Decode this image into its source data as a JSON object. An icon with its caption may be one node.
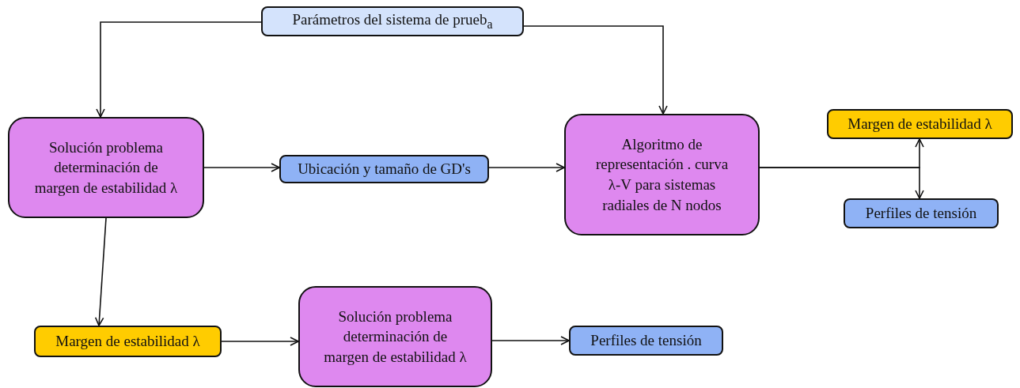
{
  "diagram": {
    "nodes": [
      {
        "text": [
          "Parámetros del sistema de prueb$_{a}$"
        ]
      },
      {
        "text": [
          "Solución problema determinación de margen de estabilidad λ"
        ]
      },
      {
        "text": [
          "Ubicación y tamaño de GD's"
        ]
      },
      {
        "text": [
          "Algoritmo de representación . curva λ-V para sistemas radiales de N nodos"
        ]
      },
      {
        "text": [
          "Margen de estabilidad λ"
        ]
      },
      {
        "text": [
          "Perfiles de tensión"
        ]
      },
      {
        "text": [
          "Margen de estabilidad λ"
        ]
      },
      {
        "text": [
          "Solución problema determinación de margen de estabilidad λ"
        ]
      },
      {
        "text": [
          "Perfiles de tensión"
        ]
      }
    ],
    "edges": [
      {
        "from": 0,
        "to": 1,
        "arrow": "to"
      },
      {
        "from": 0,
        "to": 3,
        "arrow": "to"
      },
      {
        "from": 1,
        "to": 2,
        "arrow": "to"
      },
      {
        "from": 2,
        "to": 3,
        "arrow": "to"
      },
      {
        "from": 3,
        "to": 4,
        "arrow": "to"
      },
      {
        "from": 3,
        "to": 5,
        "arrow": "to"
      },
      {
        "from": 1,
        "to": 6,
        "arrow": "to"
      },
      {
        "from": 6,
        "to": 7,
        "arrow": "to"
      },
      {
        "from": 7,
        "to": 8,
        "arrow": "to"
      }
    ]
  }
}
